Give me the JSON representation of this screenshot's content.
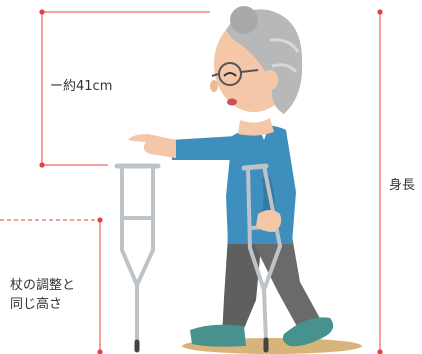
{
  "labels": {
    "top_distance": "ー約41cm",
    "height": "身長",
    "crutch_line1": "杖の調整と",
    "crutch_line2": "同じ高さ"
  },
  "colors": {
    "guide_line": "#e8413c",
    "crutch": "#bcc3c9",
    "jacket": "#3f8fbe",
    "trousers": "#666666",
    "shoes": "#47918e",
    "skin": "#f3c7a8",
    "hair": "#b8b8b8",
    "ground": "#d7b57a"
  }
}
